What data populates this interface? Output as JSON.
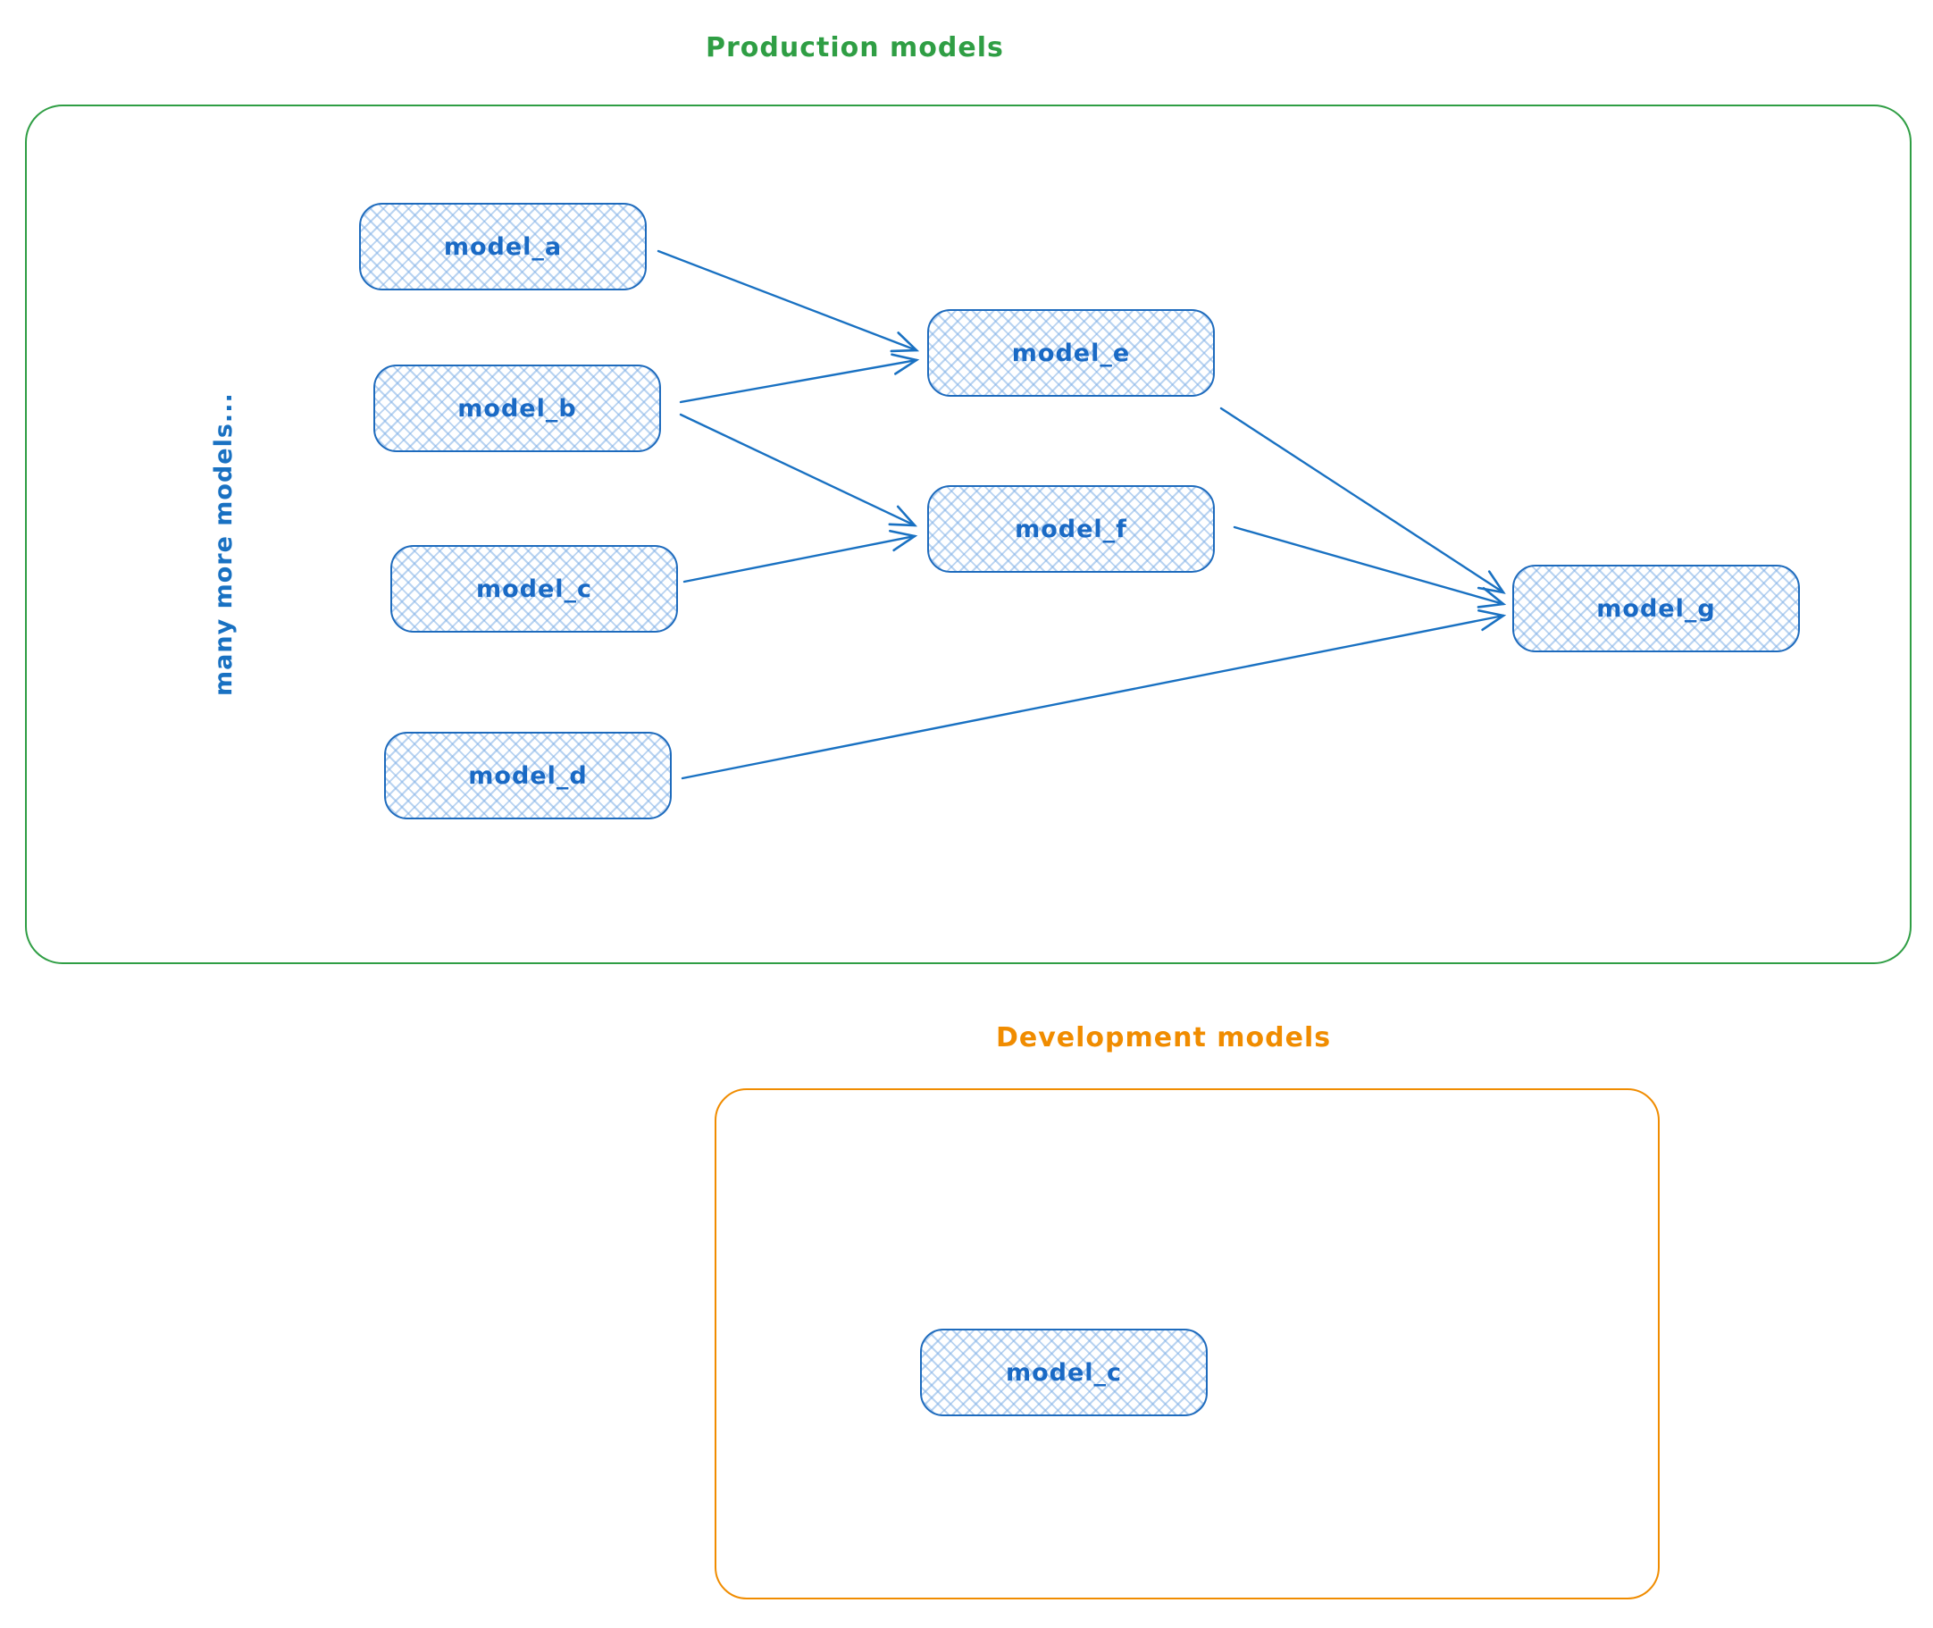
{
  "production": {
    "title": "Production models",
    "side_note": "many more models...",
    "accent_color": "#2f9e44",
    "nodes": [
      {
        "id": "model_a",
        "label": "model_a"
      },
      {
        "id": "model_b",
        "label": "model_b"
      },
      {
        "id": "model_c",
        "label": "model_c"
      },
      {
        "id": "model_d",
        "label": "model_d"
      },
      {
        "id": "model_e",
        "label": "model_e"
      },
      {
        "id": "model_f",
        "label": "model_f"
      },
      {
        "id": "model_g",
        "label": "model_g"
      }
    ],
    "edges": [
      {
        "from": "model_a",
        "to": "model_e"
      },
      {
        "from": "model_b",
        "to": "model_e"
      },
      {
        "from": "model_b",
        "to": "model_f"
      },
      {
        "from": "model_c",
        "to": "model_f"
      },
      {
        "from": "model_e",
        "to": "model_g"
      },
      {
        "from": "model_f",
        "to": "model_g"
      },
      {
        "from": "model_d",
        "to": "model_g"
      }
    ]
  },
  "development": {
    "title": "Development models",
    "accent_color": "#f08c00",
    "nodes": [
      {
        "id": "model_c",
        "label": "model_c"
      }
    ]
  },
  "style": {
    "node_stroke": "#1971c2",
    "node_fill_hatch": "#aecdef",
    "node_text": "#1971c2",
    "arrow_color": "#1971c2"
  }
}
